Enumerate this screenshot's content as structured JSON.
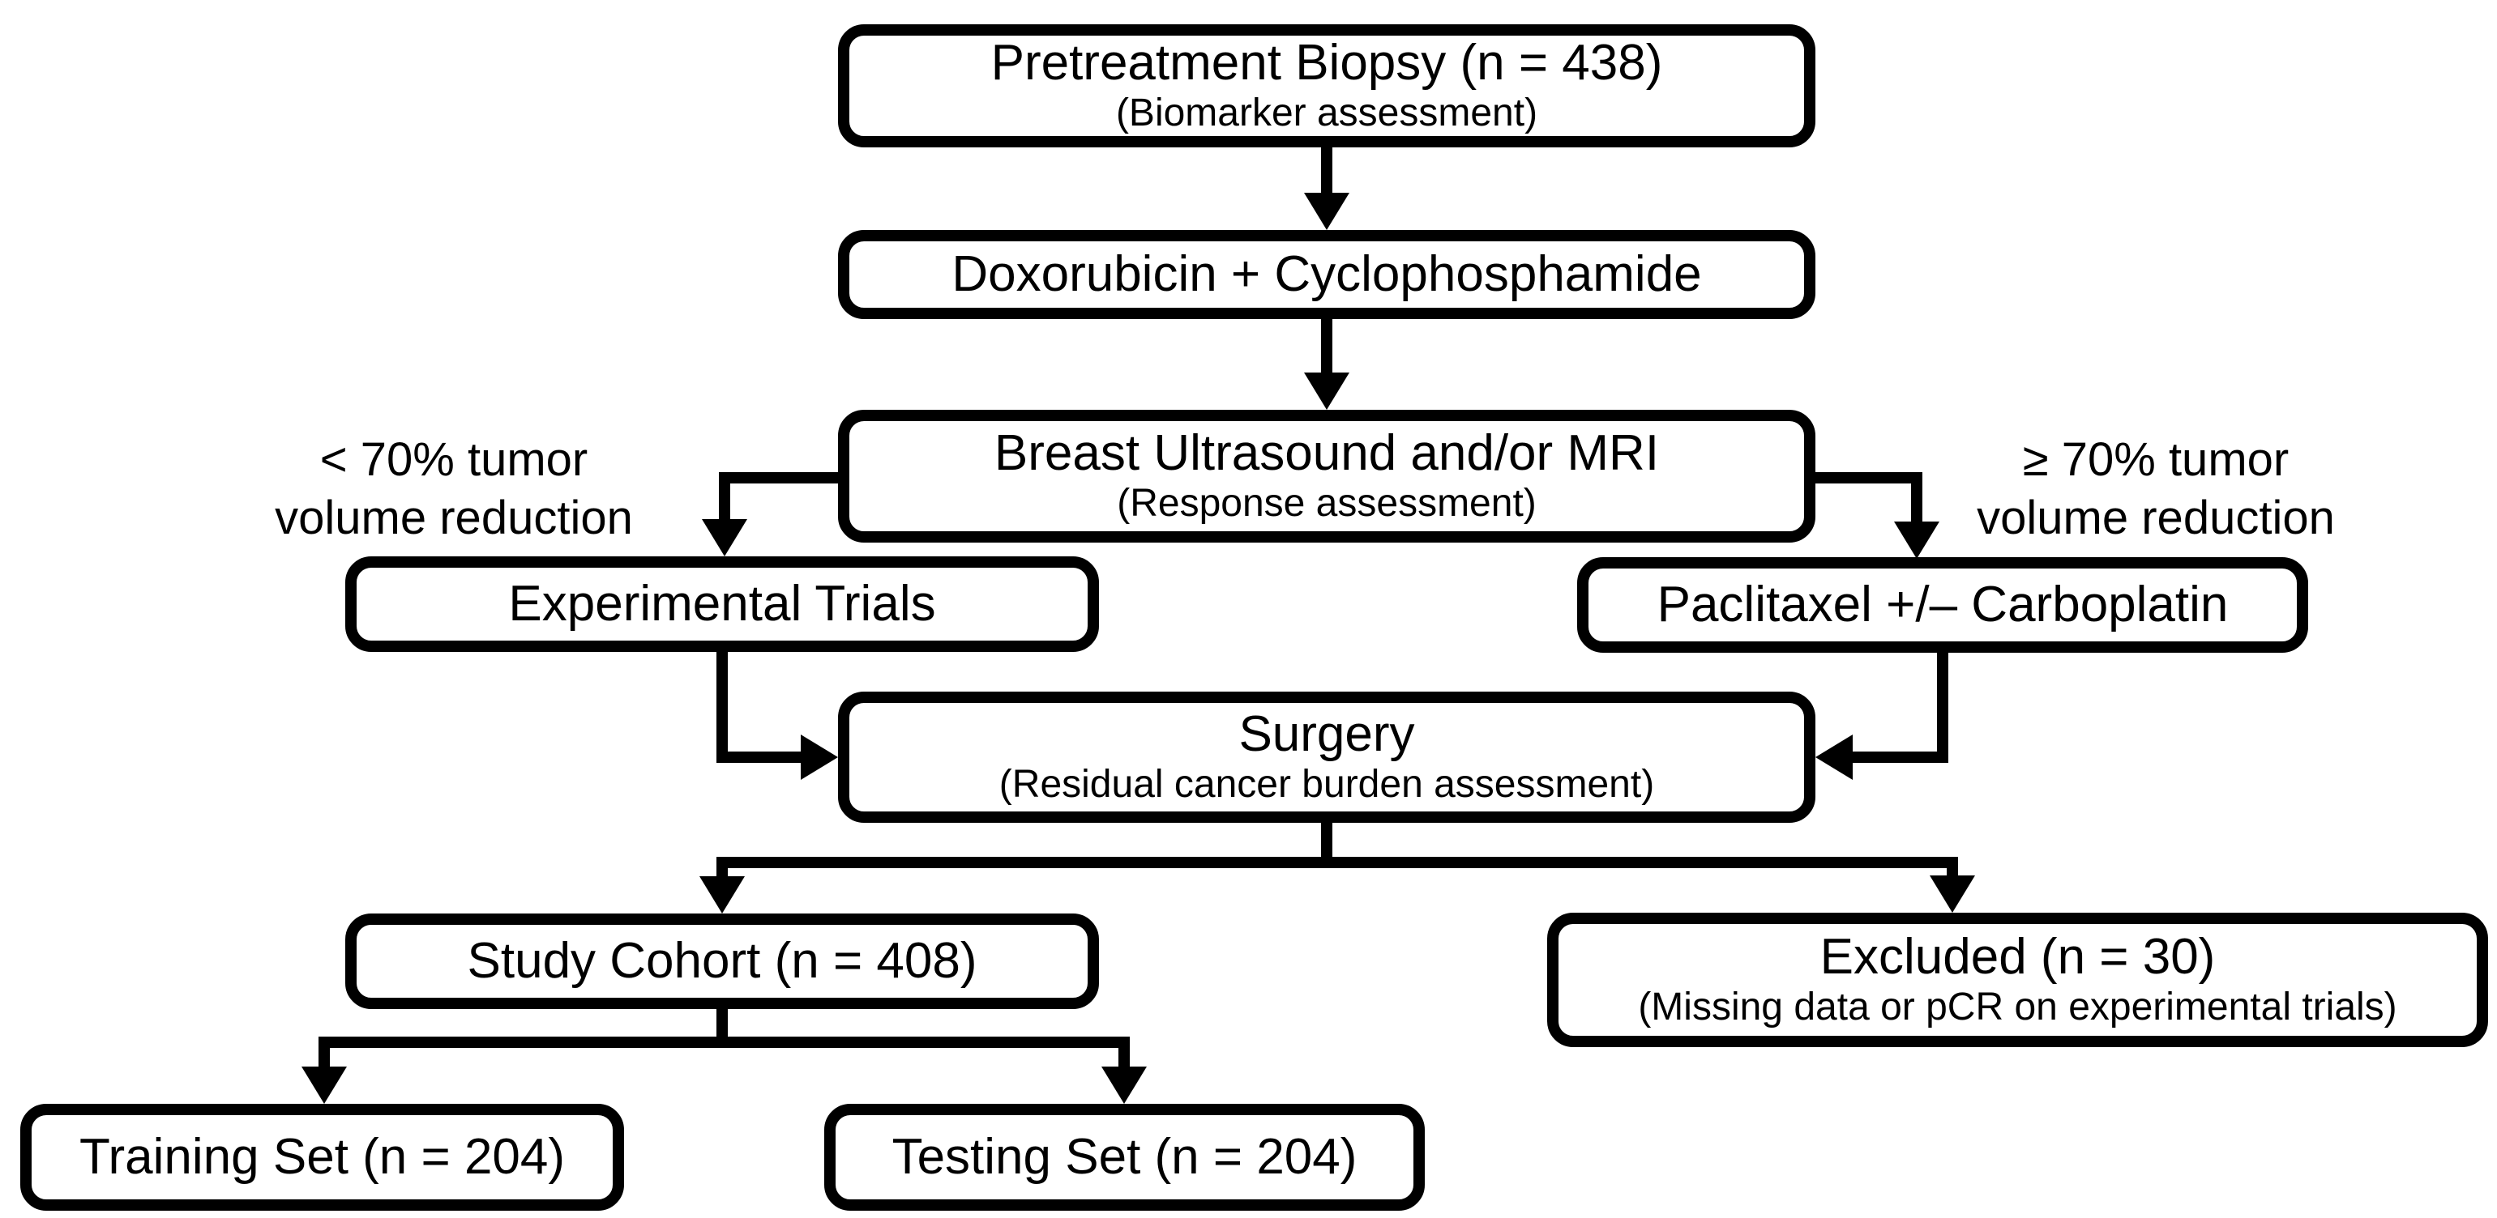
{
  "figure": {
    "background_color": "#ffffff",
    "line_color": "#000000",
    "nodes": {
      "pretreatment": {
        "title": "Pretreatment Biopsy (n = 438)",
        "subtitle": "(Biomarker assessment)"
      },
      "chemo": {
        "title": "Doxorubicin + Cyclophosphamide"
      },
      "imaging": {
        "title": "Breast Ultrasound and/or MRI",
        "subtitle": "(Response assessment)"
      },
      "experimental": {
        "title": "Experimental Trials"
      },
      "paclitaxel": {
        "title": "Paclitaxel +/– Carboplatin"
      },
      "surgery": {
        "title": "Surgery",
        "subtitle": "(Residual cancer burden assessment)"
      },
      "cohort": {
        "title": "Study Cohort (n = 408)"
      },
      "excluded": {
        "title": "Excluded (n = 30)",
        "subtitle": "(Missing data or pCR on experimental trials)"
      },
      "training": {
        "title": "Training Set (n = 204)"
      },
      "testing": {
        "title": "Testing Set (n = 204)"
      }
    },
    "edge_labels": {
      "left": {
        "line1": "< 70% tumor",
        "line2": "volume reduction"
      },
      "right": {
        "line1": "≥ 70% tumor",
        "line2": "volume reduction"
      }
    }
  }
}
